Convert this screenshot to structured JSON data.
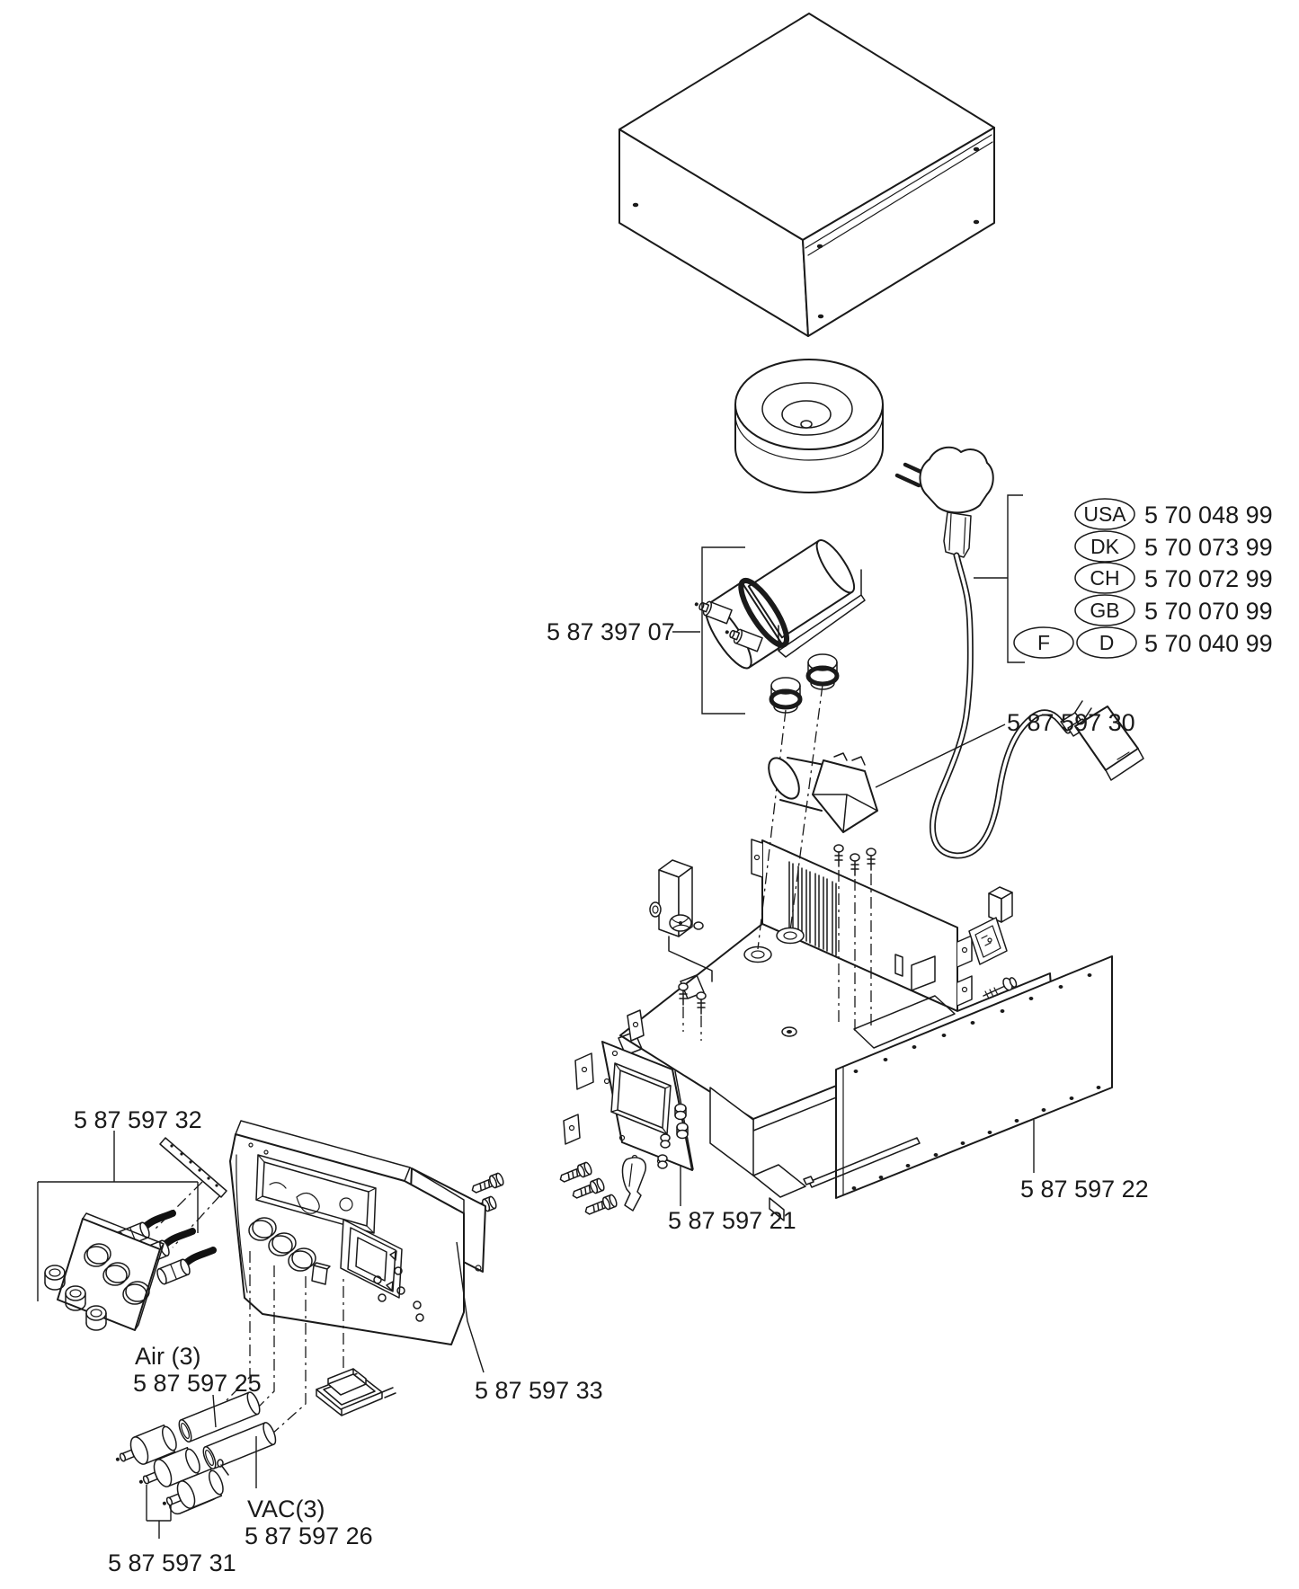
{
  "diagram": {
    "kind": "exploded-parts-diagram",
    "background_color": "#ffffff",
    "line_color": "#1a1a1a"
  },
  "callouts": {
    "pump": "5 87 397 07",
    "solenoid_valve": "5 87 597 30",
    "left_subpanel": "5 87 597 32",
    "control_pcb": "5 87 597 21",
    "side_panel": "5 87 597 22",
    "air_note": "Air (3)",
    "air_tubes": "5 87 597 25",
    "front_panel": "5 87 597 33",
    "vac_note": "VAC(3)",
    "vac_tubes": "5 87 597 26",
    "valve_set": "5 87 597 31"
  },
  "power_cord_table": {
    "rows": [
      {
        "regions": [
          "USA"
        ],
        "part": "5 70 048 99"
      },
      {
        "regions": [
          "DK"
        ],
        "part": "5 70 073 99"
      },
      {
        "regions": [
          "CH"
        ],
        "part": "5 70 072 99"
      },
      {
        "regions": [
          "GB"
        ],
        "part": "5 70 070 99"
      },
      {
        "regions": [
          "F",
          "D"
        ],
        "part": "5 70 040 99"
      }
    ]
  }
}
